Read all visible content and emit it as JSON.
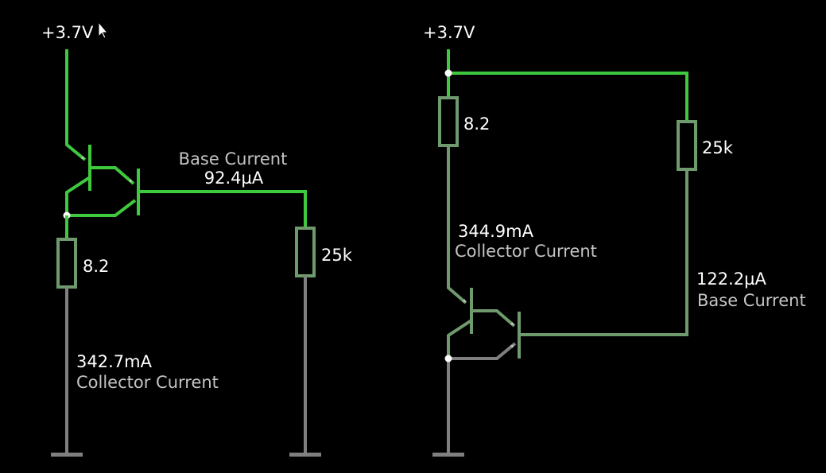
{
  "colors": {
    "background": "#000000",
    "wire_high": "#3ec93e",
    "wire_mid": "#6e9a6e",
    "wire_low": "#808080",
    "text_primary": "#ffffff",
    "text_secondary": "#c4c4c4"
  },
  "left_circuit": {
    "supply_label": "+3.7V",
    "resistor_emitter_label": "8.2",
    "resistor_base_label": "25k",
    "base_current_title": "Base Current",
    "base_current_value": "92.4µA",
    "collector_current_value": "342.7mA",
    "collector_current_title": "Collector Current"
  },
  "right_circuit": {
    "supply_label": "+3.7V",
    "resistor_collector_label": "8.2",
    "resistor_base_label": "25k",
    "collector_current_value": "344.9mA",
    "collector_current_title": "Collector Current",
    "base_current_value": "122.2µA",
    "base_current_title": "Base Current"
  },
  "cursor": {
    "icon": "pointer-arrow-icon"
  }
}
